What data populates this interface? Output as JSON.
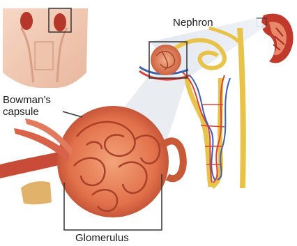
{
  "labels": {
    "nephron": "Nephron",
    "bowmans_capsule_line1": "Bowman’s",
    "bowmans_capsule_line2": "capsule",
    "glomerulus": "Glomerulus"
  }
}
